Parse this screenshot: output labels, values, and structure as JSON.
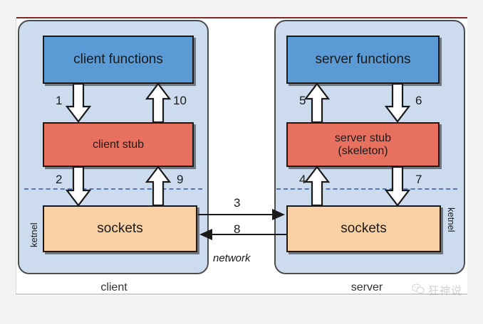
{
  "diagram": {
    "panels": [
      {
        "id": "client",
        "caption": "client",
        "kernel_label": "ketnel",
        "boxes": [
          {
            "name": "client-functions",
            "label": "client functions"
          },
          {
            "name": "client-stub",
            "label": "client stub"
          },
          {
            "name": "client-sockets",
            "label": "sockets"
          }
        ]
      },
      {
        "id": "server",
        "caption": "server",
        "kernel_label": "ketnel",
        "boxes": [
          {
            "name": "server-functions",
            "label": "server functions"
          },
          {
            "name": "server-stub",
            "label": "server stub\n(skeleton)",
            "line1": "server stub",
            "line2": "(skeleton)"
          },
          {
            "name": "server-sockets",
            "label": "sockets"
          }
        ]
      }
    ],
    "steps": {
      "s1": "1",
      "s2": "2",
      "s3": "3",
      "s4": "4",
      "s5": "5",
      "s6": "6",
      "s7": "7",
      "s8": "8",
      "s9": "9",
      "s10": "10"
    },
    "network_label": "network",
    "watermark": {
      "text": "狂神说"
    },
    "colors": {
      "panel": "#ccdcee",
      "functions": "#5b9bd5",
      "stub": "#e8705f",
      "sockets": "#fad0a5",
      "kernel_dash": "#5577bb",
      "outline": "#1a1a1a",
      "top_rule": "#7a2a23"
    }
  }
}
